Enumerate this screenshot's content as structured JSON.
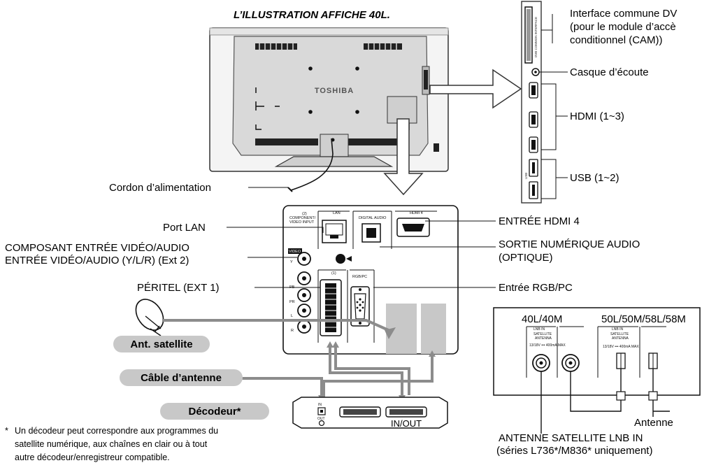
{
  "header": {
    "title": "L’ILLUSTRATION AFFICHE 40L."
  },
  "tv": {
    "brand": "TOSHIBA"
  },
  "side_panel": {
    "ci_label": [
      "Interface commune DV",
      "(pour le module d’accè",
      "conditionnel (CAM))"
    ],
    "headphone_label": "Casque d’écoute",
    "hdmi_label": "HDMI (1~3)",
    "usb_label": "USB (1~2)",
    "tiny": {
      "ci_strip": "DVB COMMON INTERFACE",
      "usb_small": "USB"
    }
  },
  "left_labels": {
    "power_cord": "Cordon d’alimentation",
    "lan_port": "Port LAN",
    "component_1": "COMPOSANT ENTRÉE VIDÉO/AUDIO",
    "component_2": "ENTRÉE VIDÉO/AUDIO (Y/L/R) (Ext 2)",
    "scart": "PÉRITEL (EXT 1)"
  },
  "right_labels": {
    "hdmi4": "ENTRÉE HDMI 4",
    "digital_audio_1": "SORTIE NUMÉRIQUE AUDIO",
    "digital_audio_2": "(OPTIQUE)",
    "rgb_pc": "Entrée RGB/PC"
  },
  "panel_labels": {
    "component_video": "COMPONENT/\nVIDEO INPUT",
    "comp_line1": "COMPONENT/",
    "comp_line2": "VIDEO INPUT",
    "comp_num": "(2)",
    "lan": "LAN",
    "digital_audio": "DIGITAL AUDIO",
    "hdmi4": "HDMI 4",
    "scart_num": "(1)",
    "rgb_pc": "RGB/PC",
    "video": "VIDEO",
    "y": "Y",
    "pb": "PB",
    "pr": "PR",
    "l": "L",
    "r": "R"
  },
  "pills": {
    "satellite": "Ant. satellite",
    "antenna_cable": "Câble d’antenne",
    "decoder": "Décodeur*"
  },
  "decoder_box": {
    "in": "IN",
    "out": "OUT",
    "inout": "IN/OUT"
  },
  "antenna_panel": {
    "model_a": "40L/40M",
    "model_b": "50L/50M/58L/58M",
    "lnb_in": "LNB IN",
    "satellite_antenna": "SATELLITE",
    "satellite_antenna_2": "ANTENNA",
    "spec_a": "13/18V ••• 400mA MAX",
    "spec_b": "13/18V ••• 400mA MAX",
    "antenna_label": "Antenne",
    "lnb_label_1": "ANTENNE SATELLITE LNB IN",
    "lnb_label_2": "(séries L736*/M836* uniquement)"
  },
  "footnote": {
    "star": "*",
    "line1": "Un décodeur peut correspondre aux programmes du",
    "line2": "satellite numérique, aux chaînes en clair ou à tout",
    "line3": "autre décodeur/enregistreur compatible."
  }
}
